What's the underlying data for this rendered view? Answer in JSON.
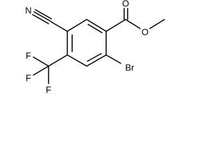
{
  "molecule": {
    "atom_labels": {
      "nitrile_n": "N",
      "carbonyl_o": "O",
      "ester_o": "O",
      "bromine": "Br",
      "fluorine_1": "F",
      "fluorine_2": "F",
      "fluorine_3": "F"
    },
    "colors": {
      "bond": "#000000",
      "label": "#000000",
      "background": "#ffffff"
    }
  }
}
